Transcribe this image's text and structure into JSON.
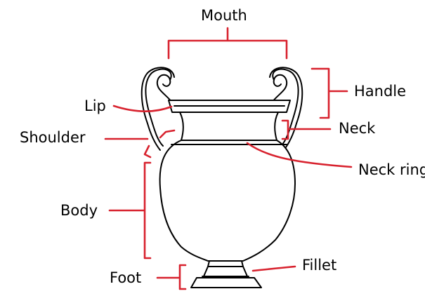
{
  "colors": {
    "pointer": "#d8222e",
    "outline": "#000000",
    "background": "#ffffff"
  },
  "labels": {
    "mouth": "Mouth",
    "handle": "Handle",
    "lip": "Lip",
    "neck": "Neck",
    "shoulder": "Shoulder",
    "neck_ring": "Neck ring",
    "body": "Body",
    "fillet": "Fillet",
    "foot": "Foot"
  }
}
